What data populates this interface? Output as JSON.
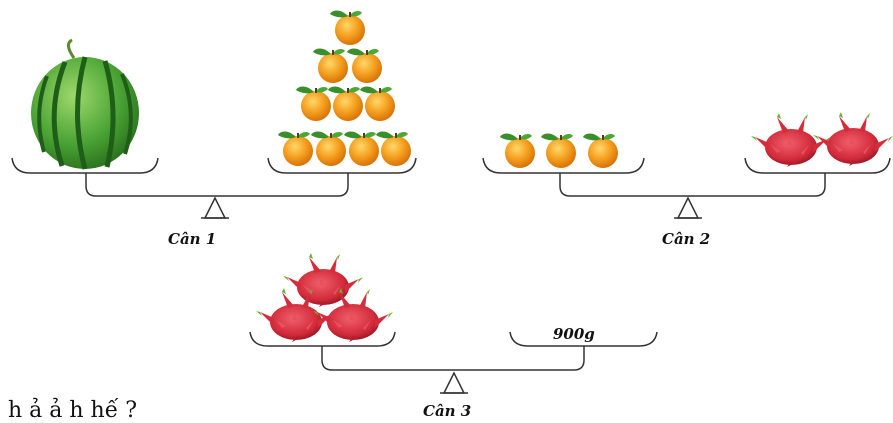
{
  "scales": [
    {
      "label": "Cân 1",
      "left": "1 watermelon",
      "right": "10 oranges"
    },
    {
      "label": "Cân 2",
      "left": "3 oranges",
      "right": "2 dragon fruits"
    },
    {
      "label": "Cân 3",
      "left": "3 dragon fruits",
      "right": "900g"
    }
  ],
  "weight_text": "900g",
  "bottom_text": "       h    ả   ả  h  hế  ?   ",
  "colors": {
    "line": "#333333",
    "orange": "#f39a1c",
    "orange_light": "#ffd060",
    "leaf": "#3b8f2a",
    "dragon": "#d8303f",
    "dragon_dark": "#9c1828",
    "melon": "#3f9a2e",
    "melon_stripe": "#1e5e18"
  },
  "icons": [
    "watermelon-icon",
    "orange-icon",
    "dragon-fruit-icon"
  ]
}
